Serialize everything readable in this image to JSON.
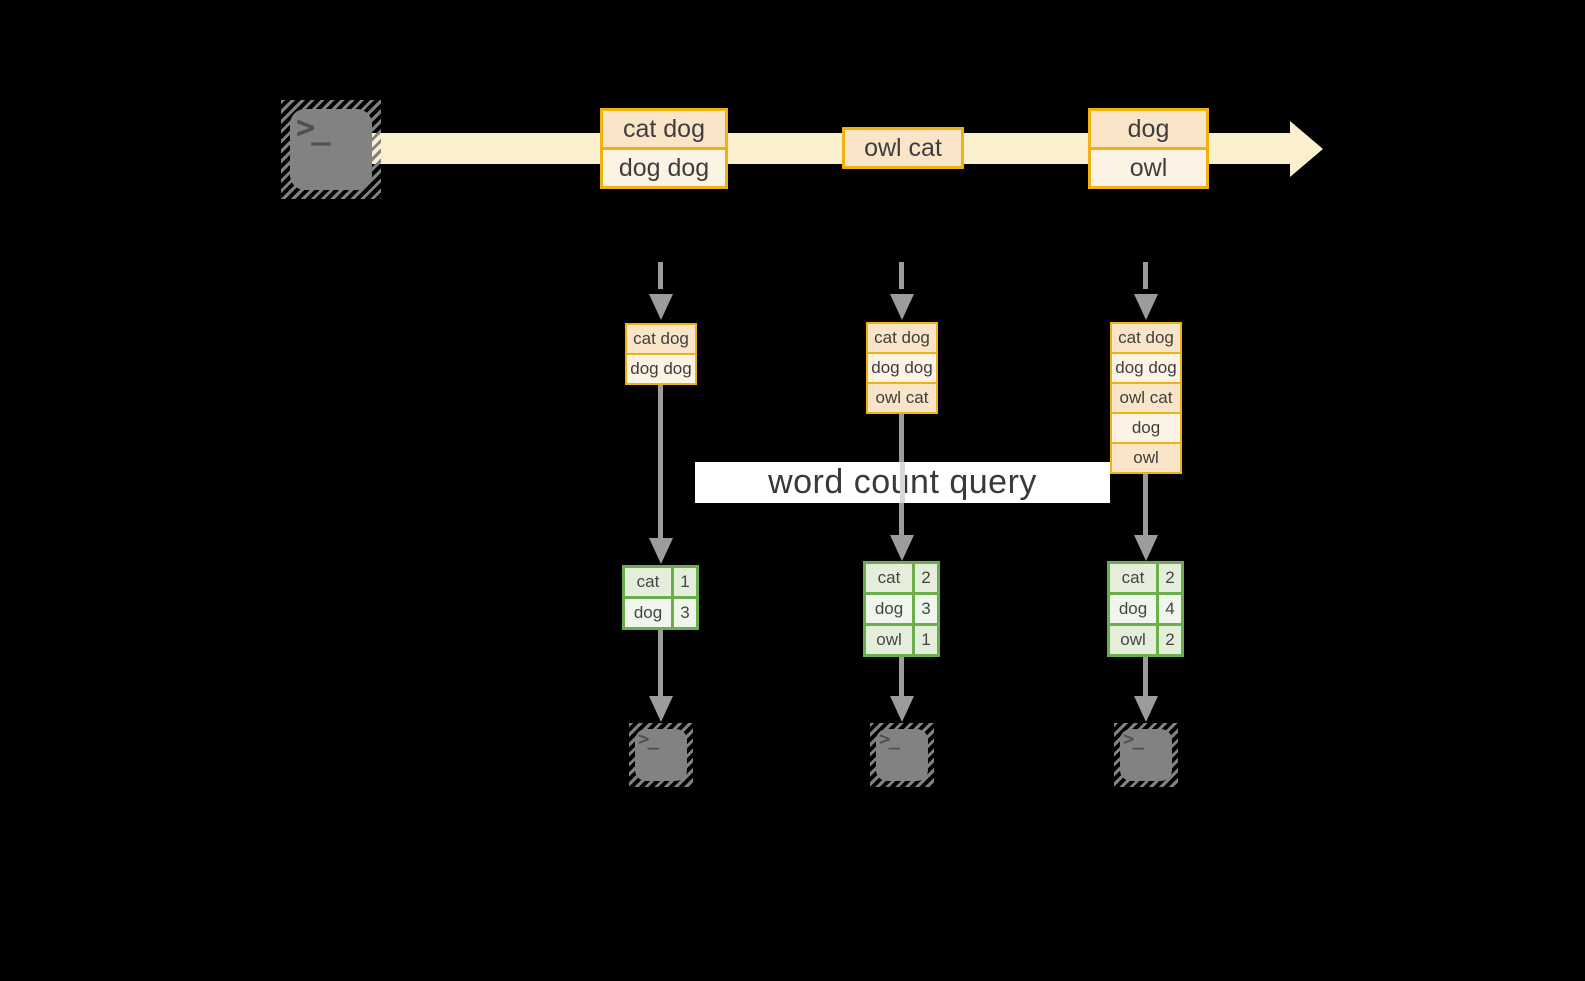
{
  "query_label": "word count query",
  "icons": {
    "prompt_glyph": ">_"
  },
  "stream": {
    "messages": [
      {
        "rows": [
          "cat dog",
          "dog dog"
        ]
      },
      {
        "rows": [
          "owl cat"
        ]
      },
      {
        "rows": [
          "dog",
          "owl"
        ]
      }
    ]
  },
  "columns": [
    {
      "buffer": [
        "cat dog",
        "dog dog"
      ],
      "counts": [
        {
          "word": "cat",
          "count": "1"
        },
        {
          "word": "dog",
          "count": "3"
        }
      ]
    },
    {
      "buffer": [
        "cat dog",
        "dog dog",
        "owl cat"
      ],
      "counts": [
        {
          "word": "cat",
          "count": "2"
        },
        {
          "word": "dog",
          "count": "3"
        },
        {
          "word": "owl",
          "count": "1"
        }
      ]
    },
    {
      "buffer": [
        "cat dog",
        "dog dog",
        "owl cat",
        "dog",
        "owl"
      ],
      "counts": [
        {
          "word": "cat",
          "count": "2"
        },
        {
          "word": "dog",
          "count": "4"
        },
        {
          "word": "owl",
          "count": "2"
        }
      ]
    }
  ],
  "colors": {
    "background": "#000000",
    "stream_band": "#FAF0CE",
    "box_border": "#F0B213",
    "box_fill_dark": "#FAE5C9",
    "box_fill_light": "#FDF3E4",
    "table_border": "#6DAE4C",
    "table_fill_dark": "#E4EEDB",
    "table_fill_light": "#F1F6EC",
    "arrow_gray": "#9C9C9C",
    "terminal_gray": "#828282",
    "query_band": "#FFFFFF"
  }
}
